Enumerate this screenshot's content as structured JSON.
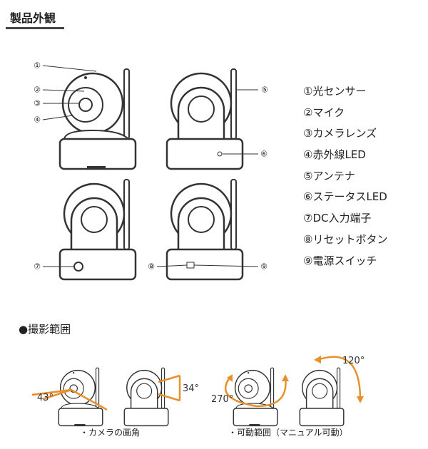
{
  "title": "製品外観",
  "callouts": [
    "①",
    "②",
    "③",
    "④",
    "⑤",
    "⑥",
    "⑦",
    "⑧",
    "⑨"
  ],
  "parts": [
    "①光センサー",
    "②マイク",
    "③カメラレンズ",
    "④赤外線LED",
    "⑤アンテナ",
    "⑥ステータスLED",
    "⑦DC入力端子",
    "⑧リセットボタン",
    "⑨電源スイッチ"
  ],
  "range": {
    "heading": "●撮影範囲",
    "h_angle": "43°",
    "v_angle": "34°",
    "pan": "270°",
    "tilt": "120°",
    "caption_view": "・カメラの画角",
    "caption_move": "・可動範囲（マニュアル可動）"
  },
  "colors": {
    "accent": "#e8902a",
    "line": "#333333"
  }
}
